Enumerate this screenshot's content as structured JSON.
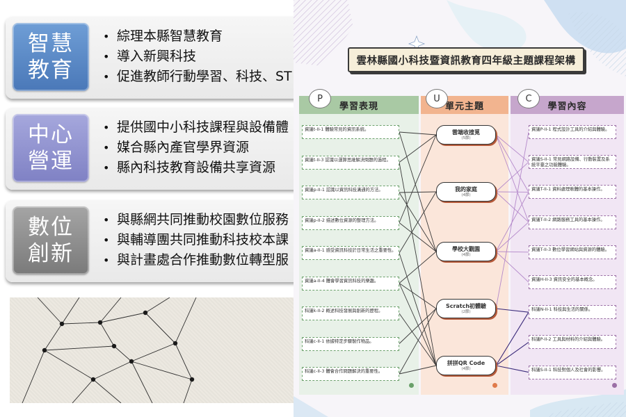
{
  "left": {
    "cards": [
      {
        "badge": "智慧\n教育",
        "bullets": [
          "綜理本縣智慧教育",
          "導入新興科技",
          "促進教師行動學習、科技、ST"
        ]
      },
      {
        "badge": "中心\n營運",
        "bullets": [
          "提供國中小科技課程與設備體",
          "媒合縣內產官學界資源",
          "縣內科技教育設備共享資源"
        ]
      },
      {
        "badge": "數位\n創新",
        "bullets": [
          "與縣網共同推動校園數位服務",
          "與輔導團共同推動科技校本課",
          "與計畫處合作推動數位轉型服"
        ]
      }
    ],
    "bullet_symbol": "•"
  },
  "right": {
    "title": "雲林縣國小科技暨資訊教育四年級主題課程架構",
    "columns": [
      {
        "letter": "P",
        "header": "學習表現"
      },
      {
        "letter": "U",
        "header": "單元主題"
      },
      {
        "letter": "C",
        "header": "學習內容"
      }
    ],
    "performance": [
      "資議t-II-1 體驗常見的資訊系統。",
      "資議t-II-3 認識以運算思維解決問題的過程。",
      "資議p-II-1 認識以資訊科技溝通的方法。",
      "資議p-II-2 描述數位資源的整理方法。",
      "資議a-II-1 感受資訊科技於日常生活之重要性。",
      "資議a-II-4 體會學習資訊科技的樂趣。",
      "科議k-II-2 概述科技發展與創新的歷程。",
      "科議c-II-1 依據特定步驟製作物品。",
      "科議c-II-3 體會合作問題解決的重要性。"
    ],
    "units": [
      {
        "title": "雲端收搜覓",
        "hours": "(5節)"
      },
      {
        "title": "我的家庭",
        "hours": "(4節)"
      },
      {
        "title": "學校大觀園",
        "hours": "(4節)"
      },
      {
        "title": "Scratch初體驗",
        "hours": "(2節)"
      },
      {
        "title": "拼拼QR Code",
        "hours": "(4節)"
      }
    ],
    "content": [
      "資議P-II-1 程式設計工具的介紹與體驗。",
      "資議S-II-1 常見網路設備、行動裝置及系統平臺之功能體驗。",
      "資議T-II-1 資料處理軟體的基本操作。",
      "資議T-II-2 網路服務工具的基本操作。",
      "資議T-II-3 數位學習網站與資源的體驗。",
      "資議H-II-3 資訊安全的基本概念。",
      "科議N-II-1 科技與生活的關係。",
      "科議P-II-2 工具與材料的介紹與體驗。",
      "科議S-II-1 科技對個人及社會的影響。"
    ],
    "links": {
      "performance_to_unit": [
        [
          0,
          0
        ],
        [
          0,
          2
        ],
        [
          1,
          0
        ],
        [
          1,
          4
        ],
        [
          2,
          1
        ],
        [
          2,
          2
        ],
        [
          3,
          0
        ],
        [
          3,
          2
        ],
        [
          4,
          1
        ],
        [
          4,
          4
        ],
        [
          5,
          2
        ],
        [
          5,
          3
        ],
        [
          5,
          4
        ],
        [
          6,
          4
        ],
        [
          7,
          3
        ],
        [
          8,
          3
        ],
        [
          8,
          4
        ]
      ],
      "unit_to_content": [
        [
          0,
          1
        ],
        [
          0,
          2
        ],
        [
          0,
          3
        ],
        [
          1,
          1
        ],
        [
          1,
          2
        ],
        [
          1,
          3
        ],
        [
          2,
          2
        ],
        [
          2,
          3
        ],
        [
          2,
          4
        ],
        [
          2,
          5
        ],
        [
          3,
          0
        ],
        [
          3,
          6
        ],
        [
          4,
          6
        ],
        [
          4,
          7
        ],
        [
          4,
          8
        ]
      ]
    },
    "colors": {
      "performance_line": "#3a3a3a",
      "unit_line": "#7b3f8c",
      "unit_content_line": "#b58acb",
      "content_link_dark": "#3a2a7a",
      "green_dot": "#6aa06a",
      "orange_dot": "#e07a4a",
      "purple_dot": "#9b6fa6"
    }
  }
}
